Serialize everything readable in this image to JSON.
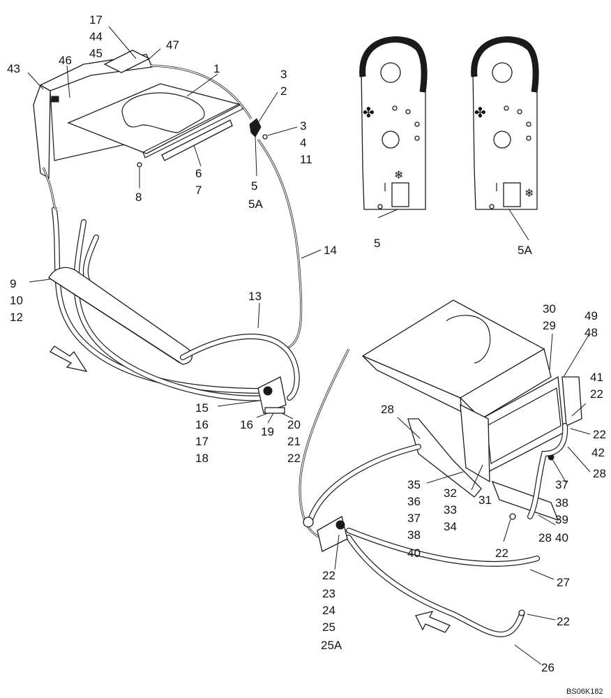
{
  "drawing_code": "BS06K182",
  "labels": {
    "l_17a": "17",
    "l_44": "44",
    "l_45": "45",
    "l_47": "47",
    "l_43": "43",
    "l_46": "46",
    "l_1": "1",
    "l_3a": "3",
    "l_2": "2",
    "l_3b": "3",
    "l_4": "4",
    "l_11": "11",
    "l_6": "6",
    "l_7": "7",
    "l_5a": "5",
    "l_5A_a": "5A",
    "l_8": "8",
    "l_14": "14",
    "l_9": "9",
    "l_10": "10",
    "l_12": "12",
    "l_13": "13",
    "l_15": "15",
    "l_16a": "16",
    "l_17b": "17",
    "l_18": "18",
    "l_16b": "16",
    "l_19": "19",
    "l_20": "20",
    "l_21": "21",
    "l_22a": "22",
    "l_5b": "5",
    "l_5A_b": "5A",
    "l_30": "30",
    "l_29": "29",
    "l_49": "49",
    "l_48": "48",
    "l_41": "41",
    "l_22b": "22",
    "l_22c": "22",
    "l_42": "42",
    "l_28a": "28",
    "l_28b": "28",
    "l_35": "35",
    "l_36": "36",
    "l_37a": "37",
    "l_38a": "38",
    "l_40a": "40",
    "l_32": "32",
    "l_33": "33",
    "l_34": "34",
    "l_31": "31",
    "l_37b": "37",
    "l_38b": "38",
    "l_39": "39",
    "l_40b": "40",
    "l_28c": "28",
    "l_22d": "22",
    "l_27": "27",
    "l_22e": "22",
    "l_23": "23",
    "l_24": "24",
    "l_25": "25",
    "l_25A": "25A",
    "l_22f": "22",
    "l_26": "26"
  }
}
